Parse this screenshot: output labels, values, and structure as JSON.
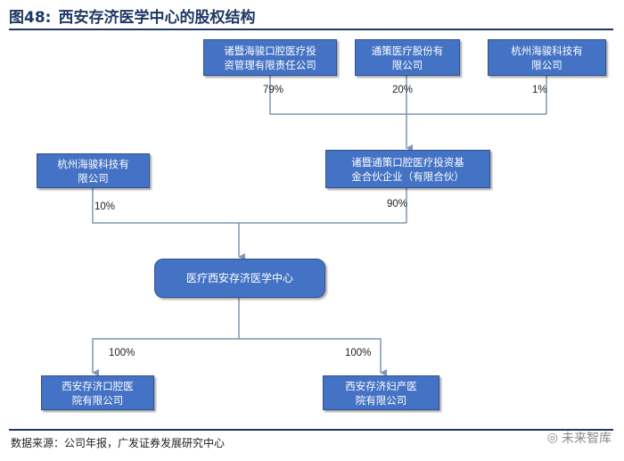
{
  "title": {
    "figure_label": "图48:",
    "text": "西安存济医学中心的股权结构"
  },
  "nodes": {
    "zhuji_haijun": "诸暨海骏口腔医疗投\n资管理有限责任公司",
    "tongce_medical": "通策医疗股份有\n限公司",
    "hangzhou_haijun_top": "杭州海骏科技有\n限公司",
    "hangzhou_haijun_left": "杭州海骏科技有\n限公司",
    "zhuji_tongce_fund": "诸暨通策口腔医疗投资基\n金合伙企业（有限合伙）",
    "xian_cunji_center": "医疗西安存济医学中心",
    "xian_cunji_dental": "西安存济口腔医\n院有限公司",
    "xian_cunji_maternity": "西安存济妇产医\n院有限公司"
  },
  "percentages": {
    "zhuji_haijun": "79%",
    "tongce_medical": "20%",
    "hangzhou_haijun_top": "1%",
    "hangzhou_haijun_left": "10%",
    "zhuji_tongce_fund": "90%",
    "xian_cunji_dental": "100%",
    "xian_cunji_maternity": "100%"
  },
  "footer": {
    "source": "数据来源：公司年报，广发证券发展研究中心"
  },
  "watermark": {
    "text": "未来智库"
  },
  "colors": {
    "box_fill": "#4472c4",
    "box_border": "#2f528f",
    "line": "#7f96b8",
    "title": "#1f3864"
  }
}
